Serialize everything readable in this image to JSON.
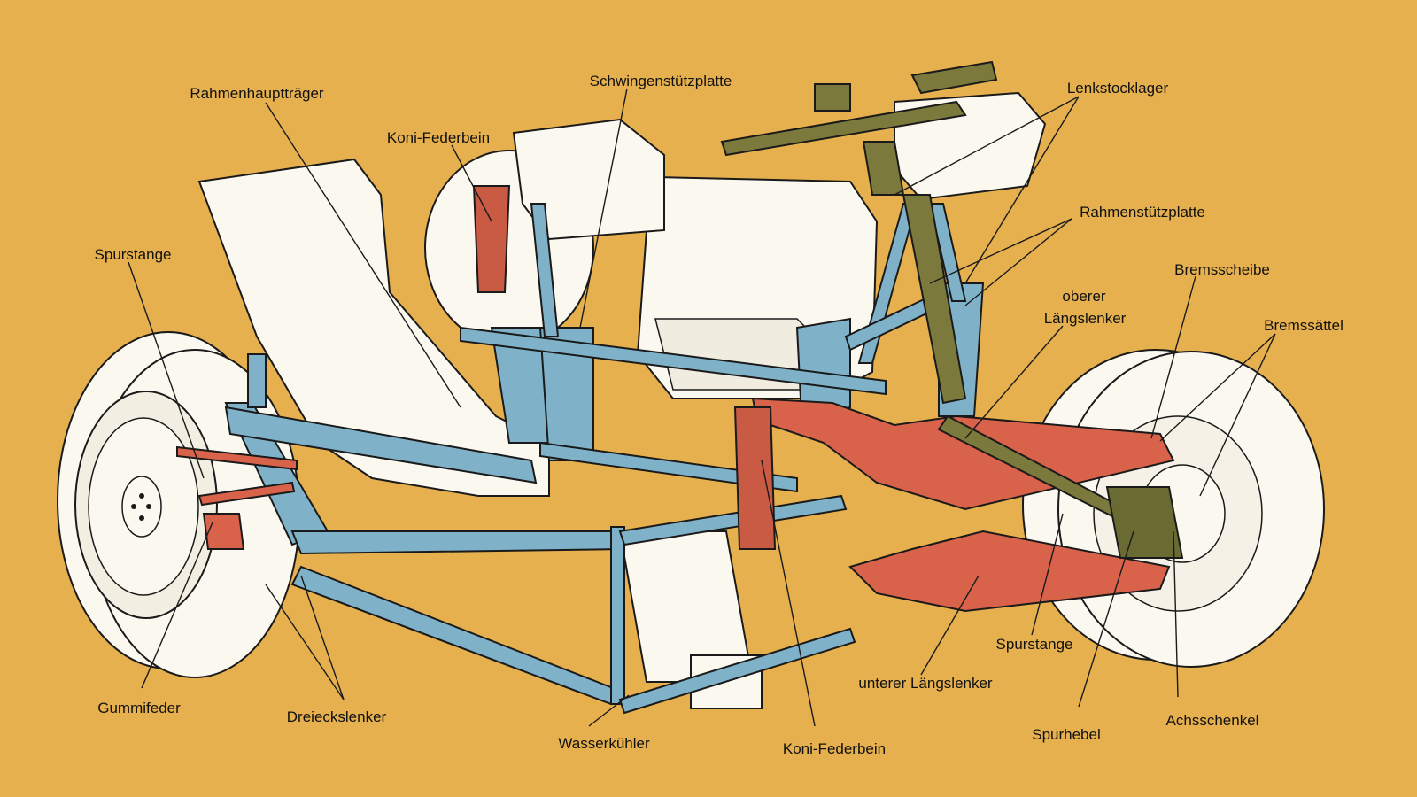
{
  "colors": {
    "background": "#e6b04e",
    "frame_blue": "#7fb2c9",
    "arm_red": "#d9624a",
    "steering_olive": "#7b7a3c",
    "body_white": "#fbf8f0",
    "ink": "#1a1a1a"
  },
  "labels": {
    "rahmenhaupttraeger": "Rahmenhauptträger",
    "schwingenstuetzplatte": "Schwingenstützplatte",
    "lenkstocklager": "Lenkstocklager",
    "koni_federbein_top": "Koni-Federbein",
    "rahmenstuetzplatte": "Rahmenstützplatte",
    "spurstange_left": "Spurstange",
    "bremsscheibe": "Bremsscheibe",
    "oberer_laengslenker_1": "oberer",
    "oberer_laengslenker_2": "Längslenker",
    "bremssaettel": "Bremssättel",
    "spurstange_right": "Spurstange",
    "unterer_laengslenker": "unterer Längslenker",
    "gummifeder": "Gummifeder",
    "dreieckslenker": "Dreieckslenker",
    "wasserkuehler": "Wasserkühler",
    "koni_federbein_bottom": "Koni-Federbein",
    "spurhebel": "Spurhebel",
    "achsschenkel": "Achsschenkel"
  }
}
